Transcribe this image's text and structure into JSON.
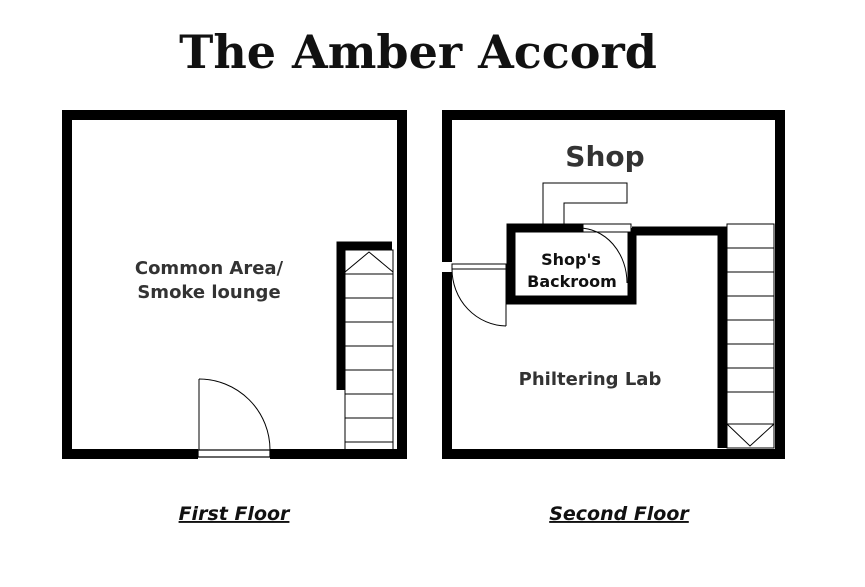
{
  "title": "The Amber Accord",
  "floors": [
    {
      "name": "First Floor",
      "rooms": [
        {
          "line1": "Common Area/",
          "line2": "Smoke lounge"
        }
      ]
    },
    {
      "name": "Second Floor",
      "rooms": [
        {
          "label": "Shop"
        },
        {
          "line1": "Shop's",
          "line2": "Backroom"
        },
        {
          "label": "Philtering Lab"
        }
      ]
    }
  ],
  "colors": {
    "wall": "#000000",
    "text": "#333333",
    "background": "#ffffff"
  },
  "icons": [
    "door-swing",
    "staircase"
  ]
}
